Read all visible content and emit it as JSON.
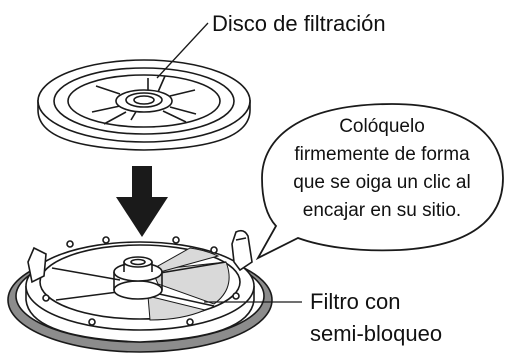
{
  "labels": {
    "disc": "Disco de filtración",
    "filter_line1": "Filtro con",
    "filter_line2": "semi-bloqueo"
  },
  "callout": {
    "lines": [
      "Colóquelo",
      "firmemente de forma",
      "que se oiga un clic al",
      "encajar en su sitio."
    ]
  },
  "colors": {
    "outline": "#1a1a1a",
    "rim_gray": "#8c8c8c",
    "light_gray": "#d9d9d9",
    "arrow": "#1a1a1a"
  }
}
